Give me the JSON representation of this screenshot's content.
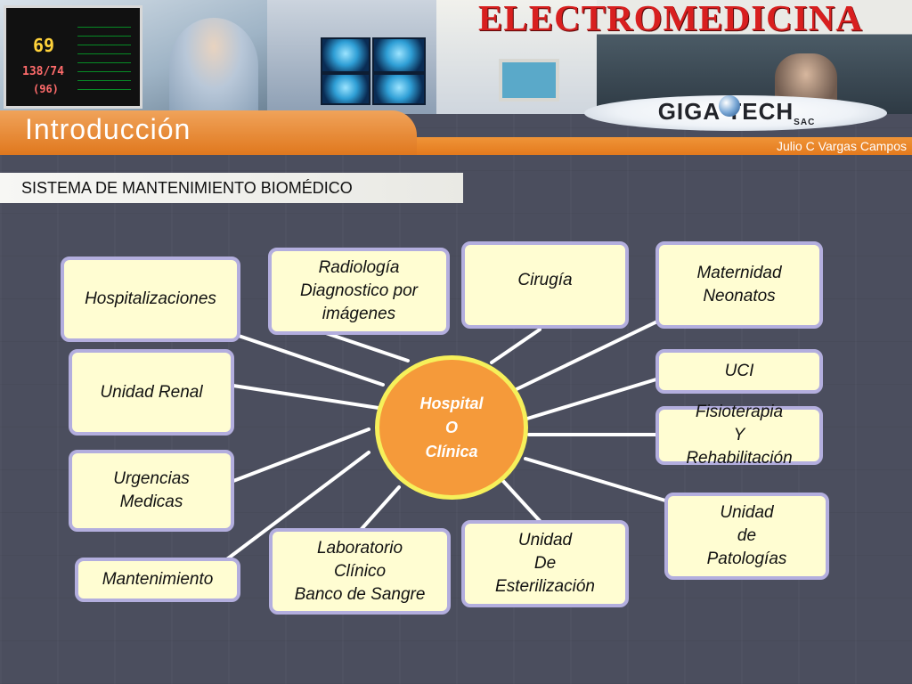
{
  "header": {
    "brand": "ELECTROMEDICINA",
    "logo_text": "GIGA TECH",
    "logo_suffix": "SAC",
    "monitor_values": [
      "69",
      "138/74",
      "(96)"
    ]
  },
  "slide": {
    "title": "Introducción",
    "author": "Julio C Vargas Campos",
    "subtitle": "SISTEMA DE MANTENIMIENTO BIOMÉDICO"
  },
  "diagram": {
    "center": "Hospital\nO\nClínica",
    "nodes": [
      {
        "id": "hospitalizaciones",
        "label": "Hospitalizaciones"
      },
      {
        "id": "radiologia",
        "label": "Radiología\nDiagnostico  por\nimágenes"
      },
      {
        "id": "cirugia",
        "label": "Cirugía"
      },
      {
        "id": "maternidad",
        "label": "Maternidad\nNeonatos"
      },
      {
        "id": "unidad-renal",
        "label": "Unidad Renal"
      },
      {
        "id": "uci",
        "label": "UCI"
      },
      {
        "id": "urgencias",
        "label": "Urgencias\nMedicas"
      },
      {
        "id": "fisioterapia",
        "label": "Fisioterapia\nY\nRehabilitación"
      },
      {
        "id": "patologias",
        "label": "Unidad\nde\nPatologías"
      },
      {
        "id": "mantenimiento",
        "label": "Mantenimiento"
      },
      {
        "id": "laboratorio",
        "label": "Laboratorio\nClínico\nBanco de Sangre"
      },
      {
        "id": "esterilizacion",
        "label": "Unidad\nDe\nEsterilización"
      }
    ],
    "colors": {
      "node_fill": "#fffdd2",
      "node_border": "#b3aede",
      "hub_fill": "#f59a3a",
      "hub_border": "#f6f05a",
      "connector": "#ffffff"
    }
  }
}
